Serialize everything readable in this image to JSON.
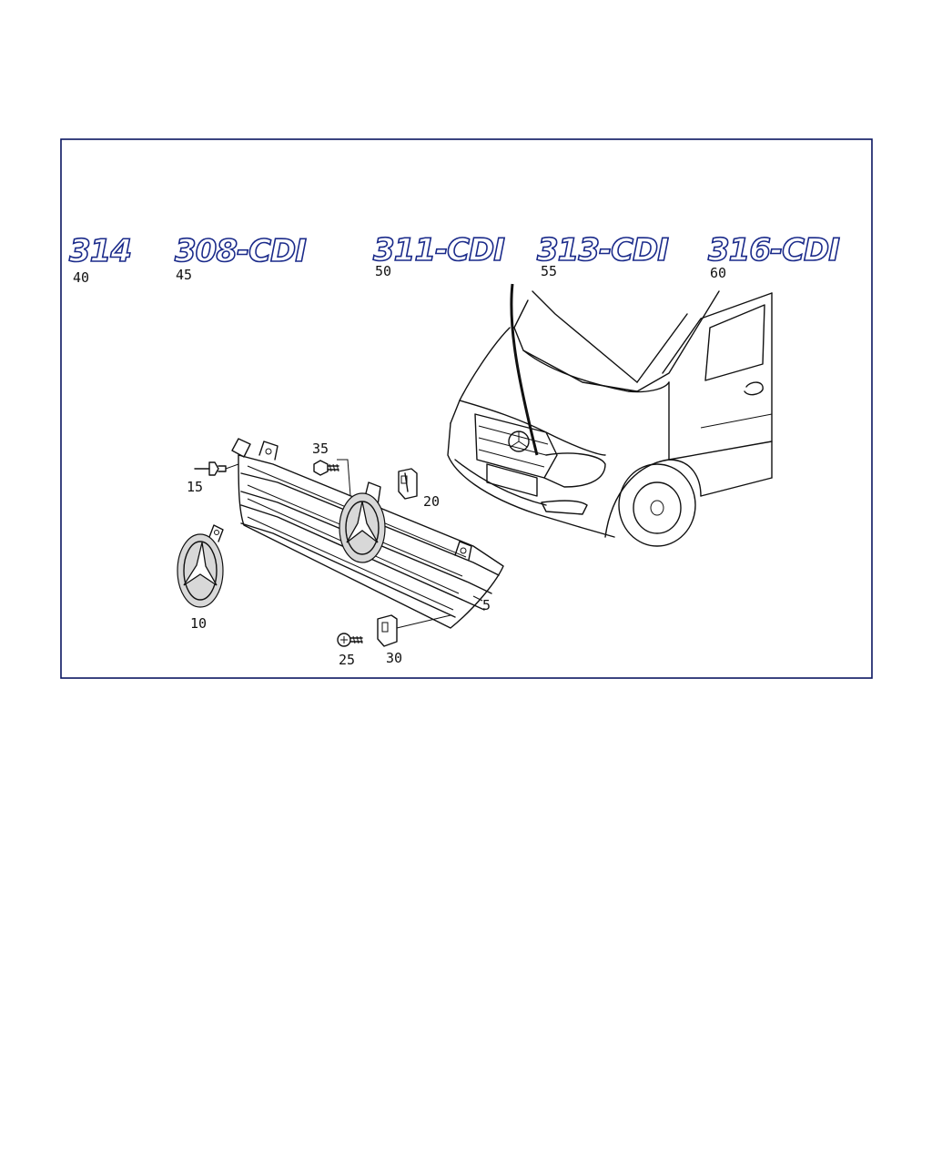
{
  "badges": [
    {
      "text": "314",
      "callout": "40"
    },
    {
      "text": "308-CDI",
      "callout": "45"
    },
    {
      "text": "311-CDI",
      "callout": "50"
    },
    {
      "text": "313-CDI",
      "callout": "55"
    },
    {
      "text": "316-CDI",
      "callout": "60"
    }
  ],
  "callouts": {
    "grille": "5",
    "star_emblem": "10",
    "rivet": "15",
    "clip_upper": "20",
    "screw_lower": "25",
    "clip_lower": "30",
    "screw_upper": "35"
  }
}
